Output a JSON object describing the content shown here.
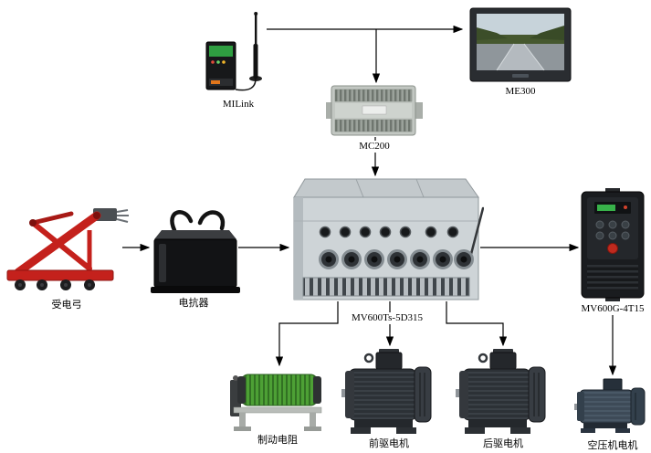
{
  "diagram": {
    "background": "#ffffff",
    "nodes": {
      "milink": {
        "label": "MILink",
        "type": "wireless-module"
      },
      "me300": {
        "label": "ME300",
        "type": "hmi-monitor"
      },
      "mc200": {
        "label": "MC200",
        "type": "controller-module"
      },
      "pantograph": {
        "label": "受电弓",
        "type": "machine"
      },
      "reactor": {
        "label": "电抗器",
        "type": "reactor"
      },
      "main_drive": {
        "label": "MV600Ts-5D315",
        "type": "main-inverter"
      },
      "aux_drive": {
        "label": "MV600G-4T15",
        "type": "aux-inverter"
      },
      "brake_resistor": {
        "label": "制动电阻",
        "type": "braking-resistor"
      },
      "front_motor": {
        "label": "前驱电机",
        "type": "motor"
      },
      "rear_motor": {
        "label": "后驱电机",
        "type": "motor"
      },
      "compressor_motor": {
        "label": "空压机电机",
        "type": "motor"
      }
    },
    "connections": [
      {
        "from": "milink",
        "to": "me300"
      },
      {
        "from": "milink",
        "to": "mc200"
      },
      {
        "from": "mc200",
        "to": "main_drive"
      },
      {
        "from": "pantograph",
        "to": "reactor"
      },
      {
        "from": "reactor",
        "to": "main_drive"
      },
      {
        "from": "main_drive",
        "to": "aux_drive"
      },
      {
        "from": "main_drive",
        "to": "brake_resistor"
      },
      {
        "from": "main_drive",
        "to": "front_motor"
      },
      {
        "from": "main_drive",
        "to": "rear_motor"
      },
      {
        "from": "aux_drive",
        "to": "compressor_motor"
      }
    ],
    "colors": {
      "line": "#000000",
      "machine_red": "#c4211c",
      "resistor_green": "#4da035",
      "cabinet_gray": "#ced4d7",
      "device_black": "#1a1c1f"
    }
  }
}
